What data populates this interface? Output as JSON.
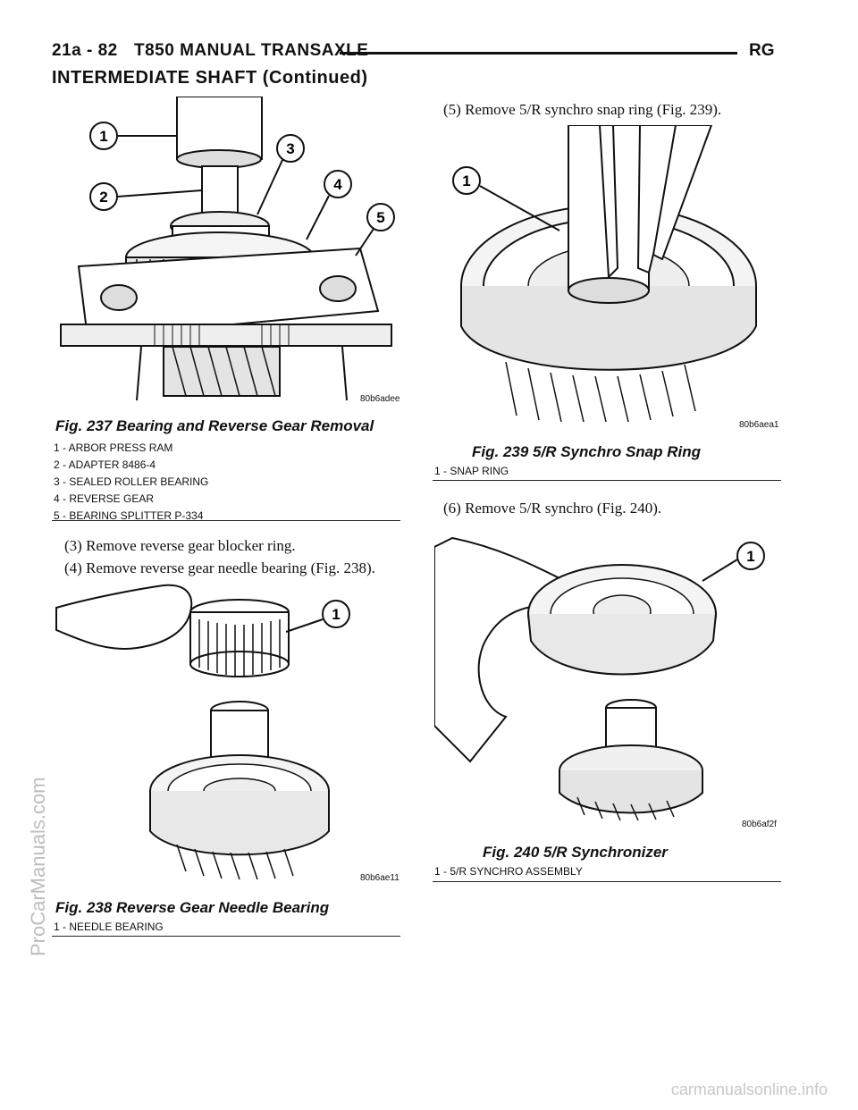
{
  "header": {
    "page_number": "21a - 82",
    "title": "T850 MANUAL TRANSAXLE",
    "code": "RG"
  },
  "section_title": "INTERMEDIATE SHAFT (Continued)",
  "fig237": {
    "image_code": "80b6adee",
    "title": "Fig. 237 Bearing and Reverse Gear Removal",
    "callouts": [
      "1",
      "2",
      "3",
      "4",
      "5"
    ],
    "legend": [
      "1 - ARBOR PRESS RAM",
      "2 - ADAPTER 8486-4",
      "3 - SEALED ROLLER BEARING",
      "4 - REVERSE GEAR",
      "5 - BEARING SPLITTER P-334"
    ]
  },
  "steps_left": [
    "(3) Remove reverse gear blocker ring.",
    "(4) Remove reverse gear needle bearing (Fig. 238)."
  ],
  "fig238": {
    "image_code": "80b6ae11",
    "title": "Fig. 238 Reverse Gear Needle Bearing",
    "callouts": [
      "1"
    ],
    "legend": [
      "1 - NEEDLE BEARING"
    ]
  },
  "step5": "(5) Remove 5/R synchro snap ring (Fig. 239).",
  "fig239": {
    "image_code": "80b6aea1",
    "title": "Fig. 239 5/R Synchro Snap Ring",
    "callouts": [
      "1"
    ],
    "legend": [
      "1 - SNAP RING"
    ]
  },
  "step6": "(6) Remove 5/R synchro (Fig. 240).",
  "fig240": {
    "image_code": "80b6af2f",
    "title": "Fig. 240 5/R Synchronizer",
    "callouts": [
      "1"
    ],
    "legend": [
      "1 - 5/R SYNCHRO ASSEMBLY"
    ]
  },
  "watermark": "ProCarManuals.com",
  "footer_watermark": "carmanualsonline.info"
}
